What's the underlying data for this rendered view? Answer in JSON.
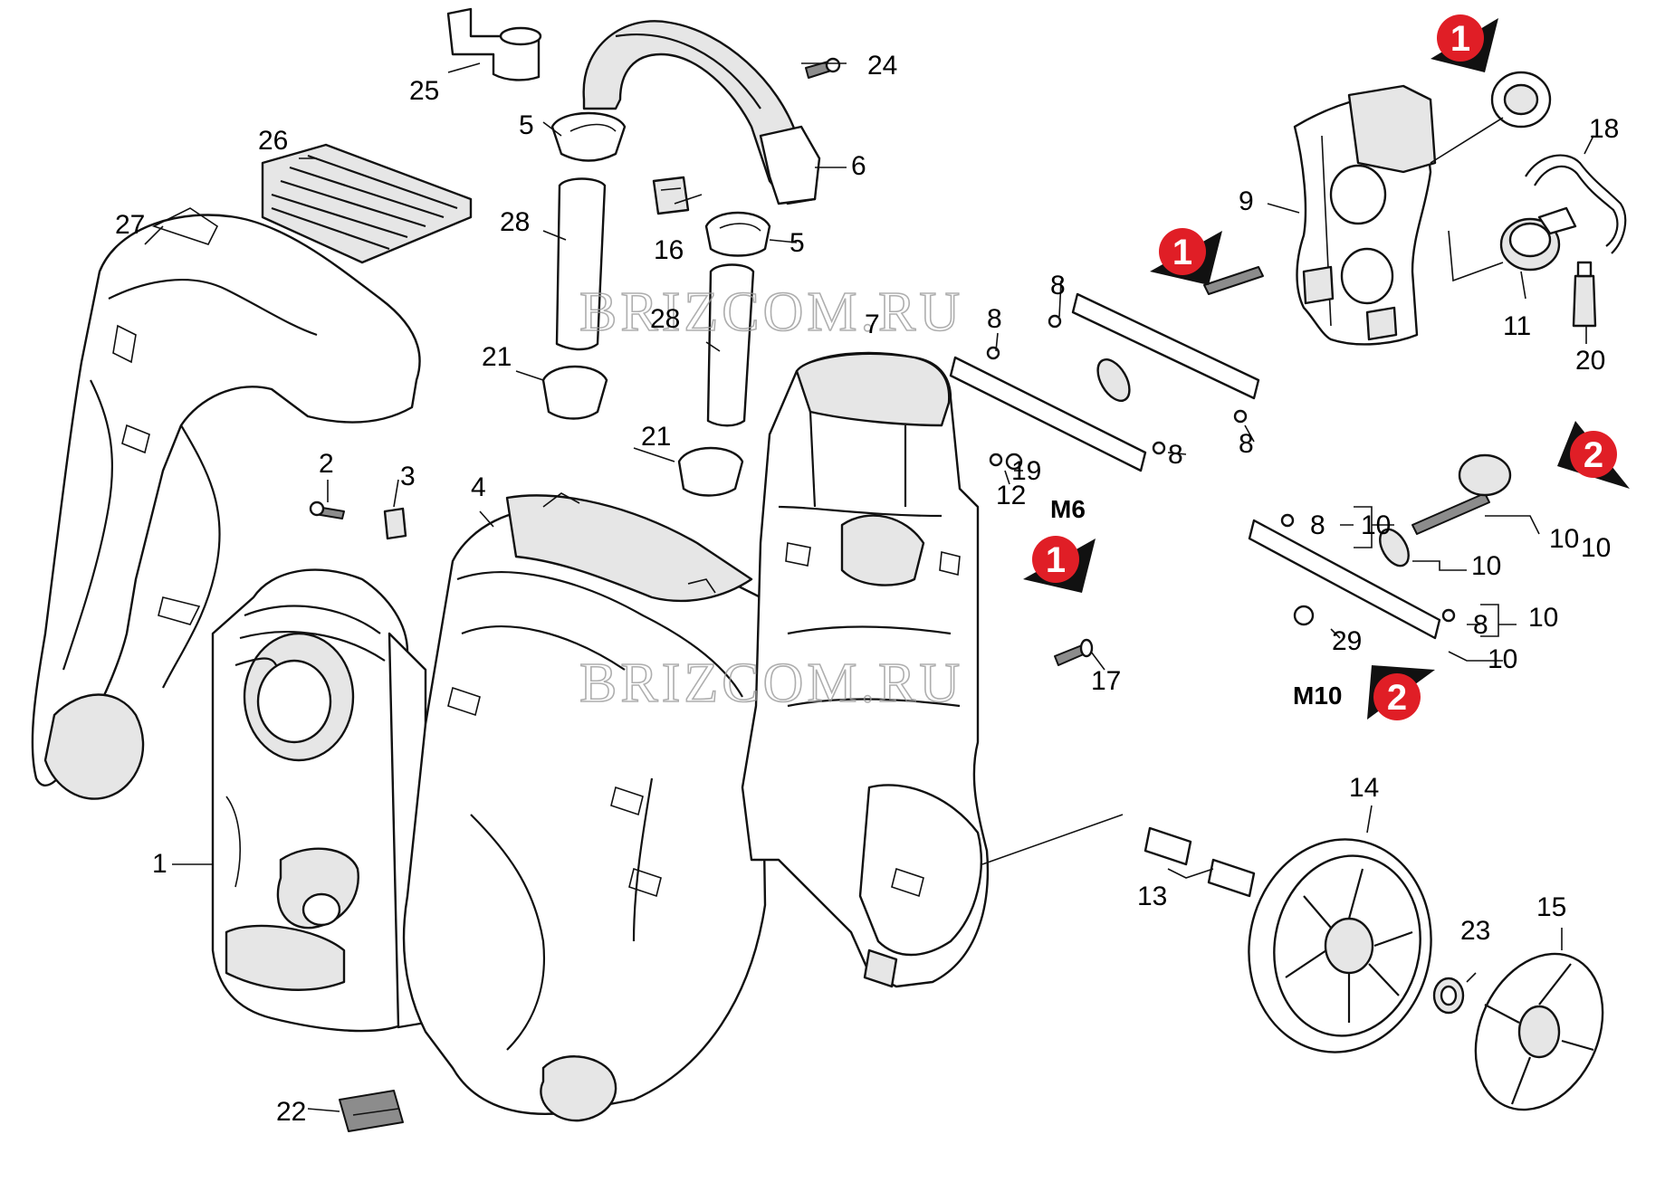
{
  "watermarks": [
    "BRIZCOM.RU",
    "BRIZCOM.RU"
  ],
  "callouts": [
    {
      "id": "c1",
      "text": "1"
    },
    {
      "id": "c2",
      "text": "2"
    },
    {
      "id": "c3",
      "text": "3"
    },
    {
      "id": "c4",
      "text": "4"
    },
    {
      "id": "c5a",
      "text": "5"
    },
    {
      "id": "c5b",
      "text": "5"
    },
    {
      "id": "c6",
      "text": "6"
    },
    {
      "id": "c7",
      "text": "7"
    },
    {
      "id": "c8a",
      "text": "8"
    },
    {
      "id": "c8b",
      "text": "8"
    },
    {
      "id": "c8c",
      "text": "8"
    },
    {
      "id": "c8d",
      "text": "8"
    },
    {
      "id": "c8e",
      "text": "8"
    },
    {
      "id": "c8f",
      "text": "8"
    },
    {
      "id": "c9",
      "text": "9"
    },
    {
      "id": "c10a",
      "text": "10"
    },
    {
      "id": "c10b",
      "text": "10"
    },
    {
      "id": "c10c",
      "text": "10"
    },
    {
      "id": "c10d",
      "text": "10"
    },
    {
      "id": "c10e",
      "text": "10"
    },
    {
      "id": "c10f",
      "text": "10"
    },
    {
      "id": "c11",
      "text": "11"
    },
    {
      "id": "c12",
      "text": "12"
    },
    {
      "id": "c13",
      "text": "13"
    },
    {
      "id": "c14",
      "text": "14"
    },
    {
      "id": "c15",
      "text": "15"
    },
    {
      "id": "c16",
      "text": "16"
    },
    {
      "id": "c17",
      "text": "17"
    },
    {
      "id": "c18",
      "text": "18"
    },
    {
      "id": "c19",
      "text": "19"
    },
    {
      "id": "c20",
      "text": "20"
    },
    {
      "id": "c21a",
      "text": "21"
    },
    {
      "id": "c21b",
      "text": "21"
    },
    {
      "id": "c22",
      "text": "22"
    },
    {
      "id": "c23",
      "text": "23"
    },
    {
      "id": "c24",
      "text": "24"
    },
    {
      "id": "c25",
      "text": "25"
    },
    {
      "id": "c26",
      "text": "26"
    },
    {
      "id": "c27",
      "text": "27"
    },
    {
      "id": "c28a",
      "text": "28"
    },
    {
      "id": "c28b",
      "text": "28"
    },
    {
      "id": "c29",
      "text": "29"
    }
  ],
  "thread_labels": {
    "m6": "M6",
    "m10": "M10"
  },
  "markers": [
    {
      "id": "mk1a",
      "text": "1"
    },
    {
      "id": "mk1b",
      "text": "1"
    },
    {
      "id": "mk1c",
      "text": "1"
    },
    {
      "id": "mk2a",
      "text": "2"
    },
    {
      "id": "mk2b",
      "text": "2"
    }
  ],
  "colors": {
    "marker_red": "#e01e26",
    "marker_shadow": "#111111",
    "line": "#111111",
    "watermark": "#9a9a9a"
  }
}
